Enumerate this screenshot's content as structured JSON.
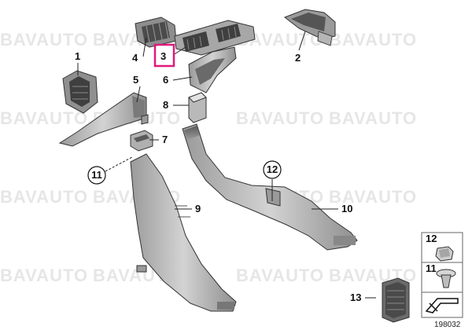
{
  "watermark": "BAVAUTO",
  "colors": {
    "highlight": "#e0197c",
    "part_light": "#c9c9c9",
    "part_mid": "#a9a9a9",
    "part_dark": "#6f6f6f",
    "watermark": "#e6e6e6"
  },
  "callouts": {
    "c1": "1",
    "c2": "2",
    "c3": "3",
    "c4": "4",
    "c5": "5",
    "c6": "6",
    "c7": "7",
    "c8": "8",
    "c9": "9",
    "c10": "10",
    "c11": "11",
    "c12": "12"
  },
  "legend": {
    "item12": "12",
    "item11": "11",
    "item13": "13"
  },
  "figure_id": "198032"
}
